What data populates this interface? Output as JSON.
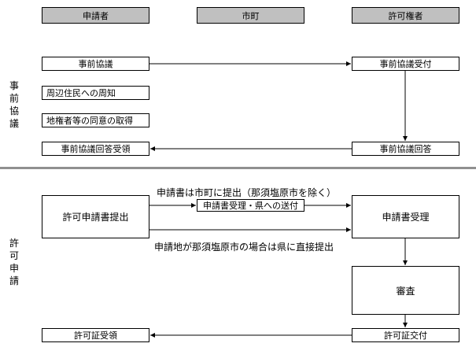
{
  "lanes": {
    "applicant": "申請者",
    "city": "市町",
    "authority": "許可権者"
  },
  "phase1": {
    "label_chars": [
      "事",
      "前",
      "協",
      "議"
    ],
    "prior_consultation": "事前協議",
    "neighbor_notice": "周辺住民への周知",
    "landowner_consent": "地権者等の同意の取得",
    "answer_received": "事前協議回答受領",
    "consultation_accept": "事前協議受付",
    "consultation_answer": "事前協議回答"
  },
  "phase2": {
    "label_chars": [
      "許",
      "可",
      "申",
      "請"
    ],
    "application_submit": "許可申請書提出",
    "city_forward": "申請書受理・県への送付",
    "application_accept": "申請書受理",
    "review": "審査",
    "permit_issue": "許可証交付",
    "permit_received": "許可証受領",
    "note_top": "申請書は市町に提出（那須塩原市を除く）",
    "note_bottom": "申請地が那須塩原市の場合は県に直接提出"
  }
}
